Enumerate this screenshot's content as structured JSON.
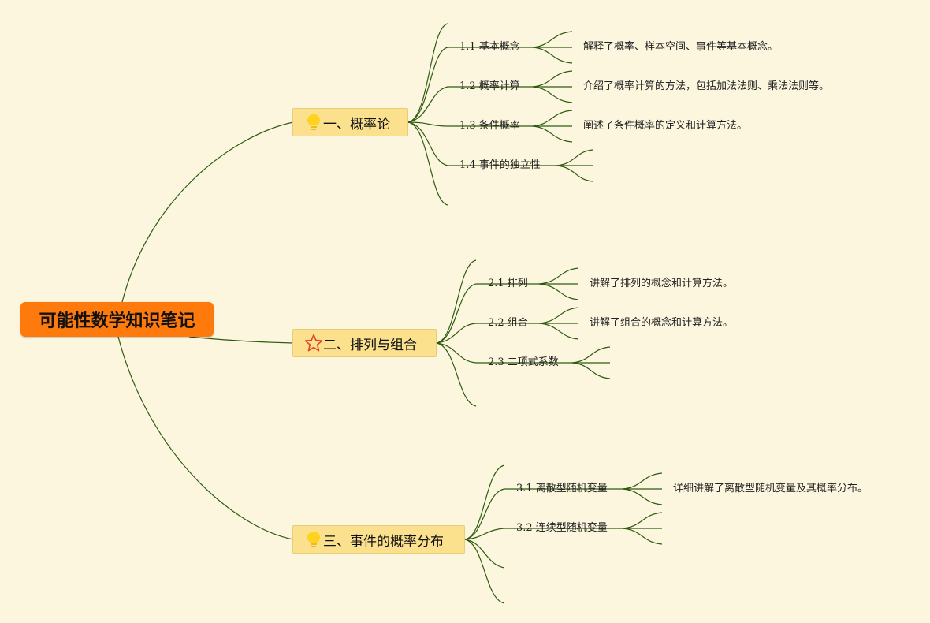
{
  "root": {
    "title": "可能性数学知识笔记"
  },
  "branches": [
    {
      "label": "一、概率论",
      "icon": "lightbulb-icon",
      "items": [
        {
          "label": "1.1 基本概念",
          "note": "解释了概率、样本空间、事件等基本概念。"
        },
        {
          "label": "1.2 概率计算",
          "note": "介绍了概率计算的方法，包括加法法则、乘法法则等。"
        },
        {
          "label": "1.3 条件概率",
          "note": "阐述了条件概率的定义和计算方法。"
        },
        {
          "label": "1.4 事件的独立性",
          "note": ""
        }
      ]
    },
    {
      "label": "二、排列与组合",
      "icon": "star-icon",
      "items": [
        {
          "label": "2.1 排列",
          "note": "讲解了排列的概念和计算方法。"
        },
        {
          "label": "2.2 组合",
          "note": "讲解了组合的概念和计算方法。"
        },
        {
          "label": "2.3 二项式系数",
          "note": ""
        }
      ]
    },
    {
      "label": "三、事件的概率分布",
      "icon": "lightbulb-icon",
      "items": [
        {
          "label": "3.1 离散型随机变量",
          "note": "详细讲解了离散型随机变量及其概率分布。"
        },
        {
          "label": "3.2 连续型随机变量",
          "note": ""
        }
      ]
    }
  ],
  "colors": {
    "background": "#fdf6df",
    "root_fill": "#ff7a0d",
    "branch_fill": "#fbe08d",
    "connector": "#2d5b10",
    "bulb": "#ffd21f",
    "star": "#e0442b"
  }
}
